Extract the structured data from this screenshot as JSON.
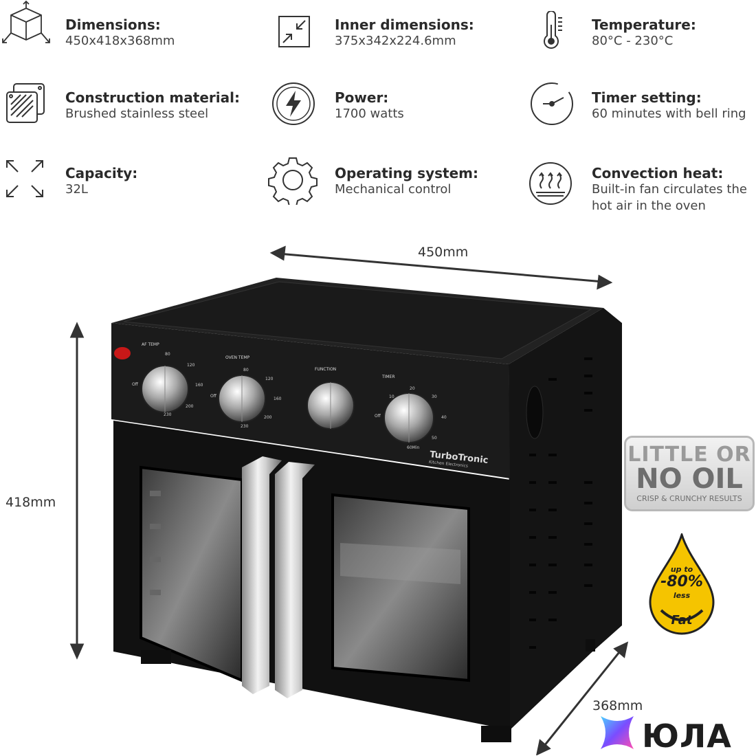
{
  "specs": [
    {
      "id": "dimensions",
      "title": "Dimensions:",
      "value": "450x418x368mm",
      "icon": "cube-icon"
    },
    {
      "id": "inner",
      "title": "Inner dimensions:",
      "value": "375x342x224.6mm",
      "icon": "shrink-arrows-icon"
    },
    {
      "id": "temperature",
      "title": "Temperature:",
      "value": "80°C - 230°C",
      "icon": "thermometer-icon"
    },
    {
      "id": "material",
      "title": "Construction material:",
      "value": "Brushed stainless steel",
      "icon": "steel-plates-icon"
    },
    {
      "id": "power",
      "title": "Power:",
      "value": "1700 watts",
      "icon": "lightning-icon"
    },
    {
      "id": "timer",
      "title": "Timer setting:",
      "value": "60 minutes with bell ring",
      "icon": "timer-icon"
    },
    {
      "id": "capacity",
      "title": "Capacity:",
      "value": "32L",
      "icon": "expand-arrows-icon"
    },
    {
      "id": "os",
      "title": "Operating system:",
      "value": "Mechanical control",
      "icon": "gear-icon"
    },
    {
      "id": "convection",
      "title": "Convection heat:",
      "value": "Built-in fan circulates the",
      "value2": "hot air in the oven",
      "icon": "heat-waves-icon"
    }
  ],
  "dimension_labels": {
    "width": "450mm",
    "height": "418mm",
    "depth": "368mm"
  },
  "oven": {
    "brand": "TurboTronic",
    "brand_sub": "Kitchen Electronics",
    "knob1_label": "AF TEMP",
    "knob2_label": "OVEN TEMP",
    "knob3_label": "FUNCTION",
    "knob4_label": "TIMER",
    "k1_marks": [
      "80",
      "120",
      "160",
      "200",
      "230",
      "Off"
    ],
    "k2_marks": [
      "80",
      "120",
      "160",
      "200",
      "230",
      "Off"
    ],
    "k4_marks": [
      "10",
      "20",
      "30",
      "40",
      "50",
      "60Min",
      "Off"
    ]
  },
  "badge": {
    "line1": "LITTLE OR",
    "line2": "NO OIL",
    "line3": "CRISP & CRUNCHY RESULTS"
  },
  "fat_drop": {
    "l1": "up to",
    "l2": "-80%",
    "l3": "less",
    "l4": "Fat"
  },
  "watermark": {
    "text": "ЮЛА"
  },
  "colors": {
    "oven": "#161616",
    "steel": "#c8c8c8",
    "drop": "#f5c400"
  }
}
